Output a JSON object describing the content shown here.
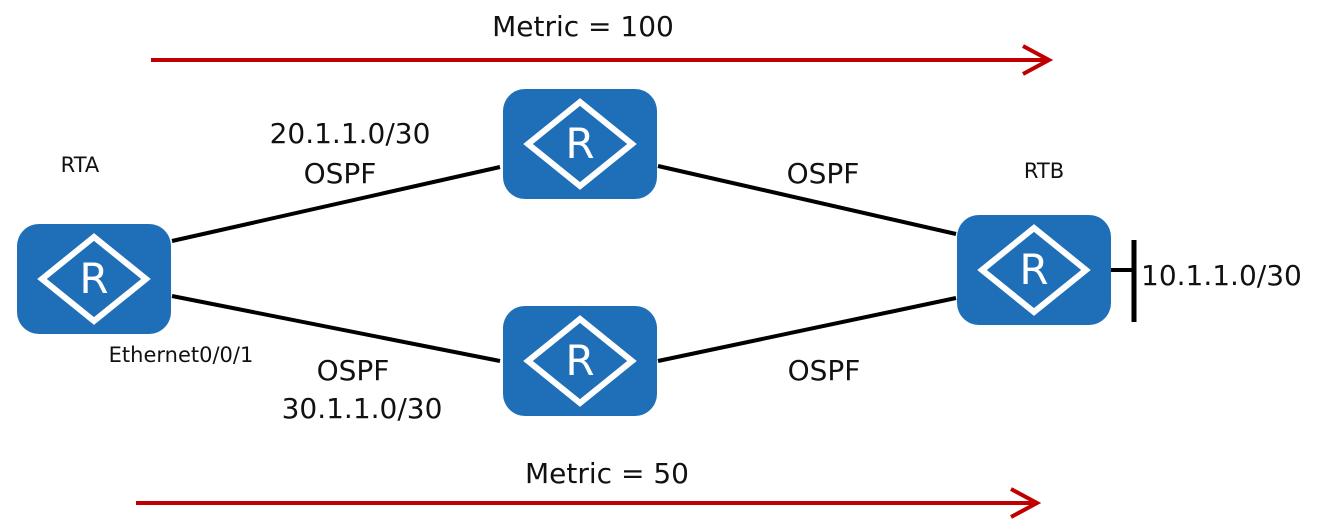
{
  "metric_top": "Metric = 100",
  "metric_bottom": "Metric = 50",
  "routers": {
    "rta": "RTA",
    "rtb": "RTB",
    "router_glyph": "R"
  },
  "links": {
    "upper_left_subnet": "20.1.1.0/30",
    "upper_left_protocol": "OSPF",
    "upper_right_protocol": "OSPF",
    "lower_left_protocol": "OSPF",
    "lower_left_subnet": "30.1.1.0/30",
    "lower_right_protocol": "OSPF"
  },
  "interfaces": {
    "rta_lower": "Ethernet0/0/1"
  },
  "networks": {
    "rtb_stub": "10.1.1.0/30"
  },
  "colors": {
    "router_fill": "#1f6fb8",
    "arrow": "#c00000",
    "link": "#000000"
  },
  "icons": {
    "router": "router-icon"
  }
}
